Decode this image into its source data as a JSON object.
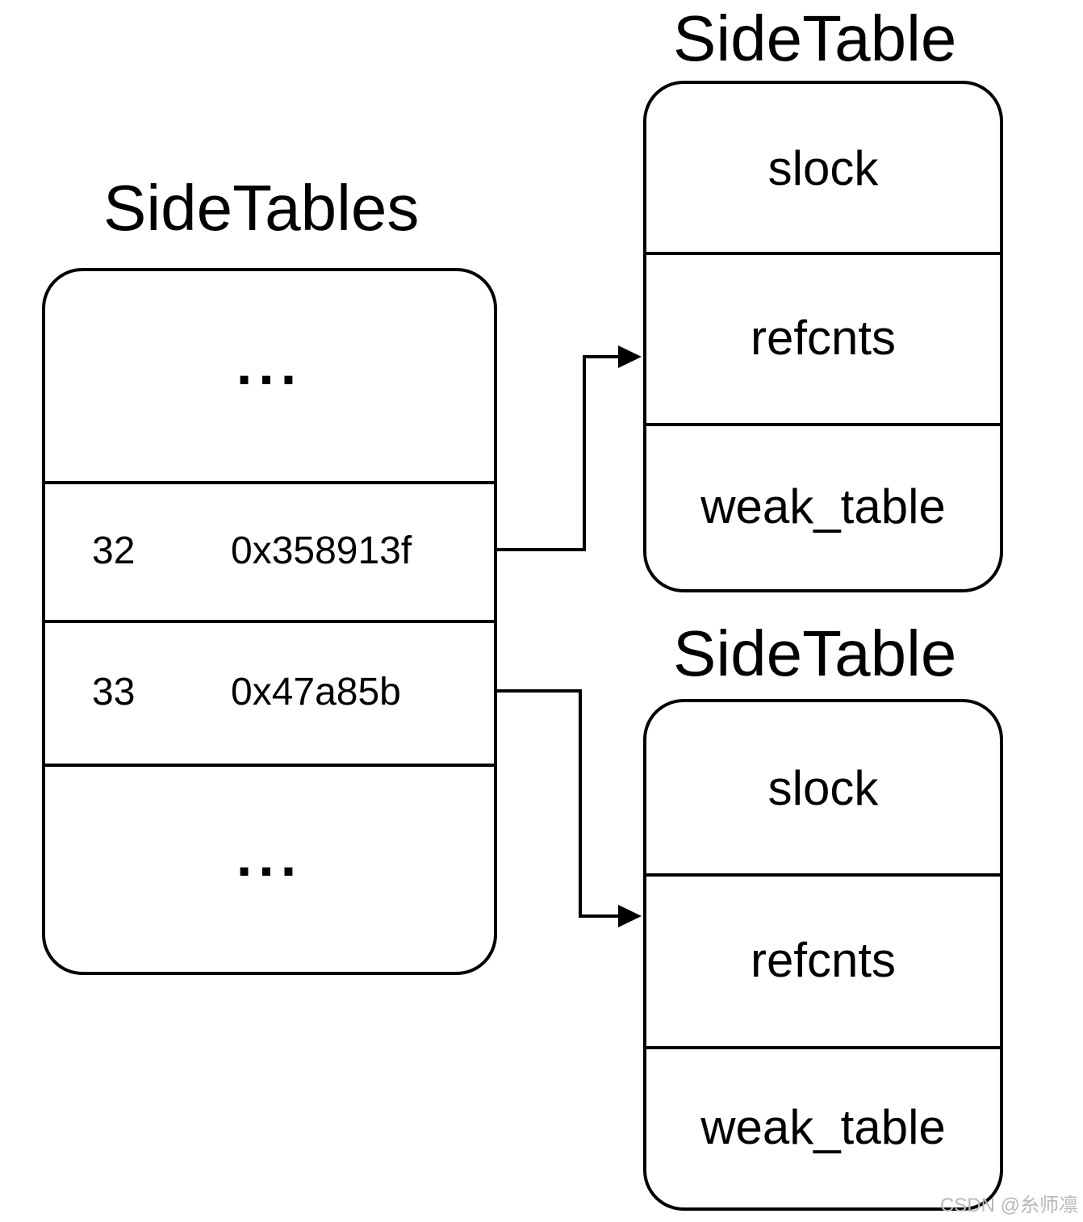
{
  "left": {
    "title": "SideTables",
    "rows": [
      {
        "text": "..."
      },
      {
        "index": "32",
        "address": "0x358913f"
      },
      {
        "index": "33",
        "address": "0x47a85b"
      },
      {
        "text": "..."
      }
    ]
  },
  "tables": [
    {
      "title": "SideTable",
      "fields": [
        "slock",
        "refcnts",
        "weak_table"
      ]
    },
    {
      "title": "SideTable",
      "fields": [
        "slock",
        "refcnts",
        "weak_table"
      ]
    }
  ],
  "watermark": "CSDN @糸师凛"
}
